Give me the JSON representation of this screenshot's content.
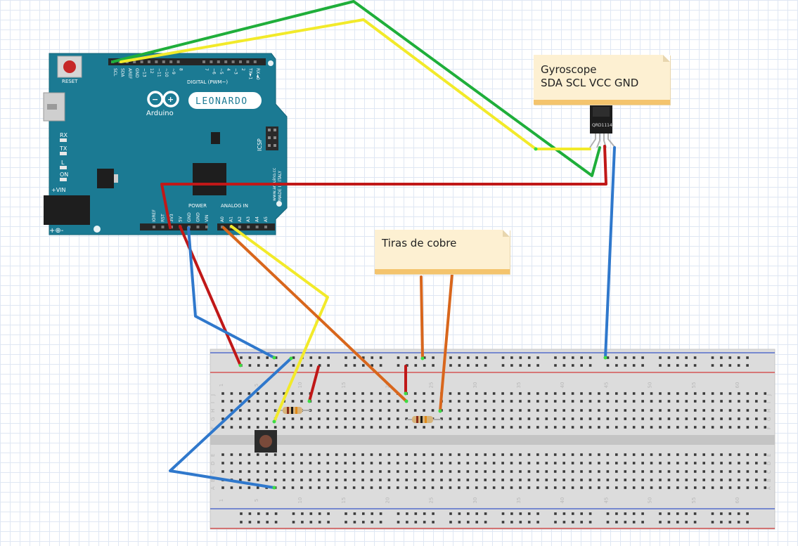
{
  "arduino": {
    "brand": "Arduino",
    "model": "LEONARDO",
    "reset_label": "RESET",
    "header_top_pins": [
      "SCL",
      "SDA",
      "AREF",
      "GND",
      "~13",
      "12",
      "~11",
      "~10",
      "~9",
      "8",
      "7",
      "~6",
      "~5",
      "4",
      "~3",
      "2",
      "TX►1",
      "RX◄0"
    ],
    "digital_label": "DIGITAL (PWM~)",
    "icsp_label": "ICSP",
    "leds": [
      "RX",
      "TX",
      "L",
      "ON"
    ],
    "vin_label": "+VIN",
    "power_pins": [
      "IOREF",
      "RST",
      "3V3",
      "5V",
      "GND",
      "GND",
      "VIN"
    ],
    "power_label": "POWER",
    "analog_pins": [
      "A0",
      "A1",
      "A2",
      "A3",
      "A4",
      "A5"
    ],
    "analog_label": "ANALOG IN",
    "side_text_1": "www.arduino.cc",
    "side_text_2": "MADE IN ITALY"
  },
  "notes": {
    "gyro": {
      "line1": "Gyroscope",
      "line2": "SDA SCL VCC GND"
    },
    "copper": {
      "line1": "Tiras de cobre"
    }
  },
  "sensor": {
    "label": "QRD1114"
  },
  "breadboard": {
    "column_numbers": [
      "1",
      "5",
      "10",
      "15",
      "20",
      "25",
      "30",
      "35",
      "40",
      "45",
      "50",
      "55",
      "60"
    ],
    "row_letters_top": [
      "J",
      "I",
      "H",
      "G",
      "F"
    ],
    "row_letters_bottom": [
      "E",
      "D",
      "C",
      "B",
      "A"
    ]
  },
  "colors": {
    "board": "#1b7a93",
    "wire_green": "#1fae3a",
    "wire_yellow": "#f2ea2a",
    "wire_red": "#c01818",
    "wire_blue": "#2f78cc",
    "wire_orange": "#d8661c",
    "rail_blue": "#3b57c9",
    "rail_red": "#d33b3b"
  }
}
